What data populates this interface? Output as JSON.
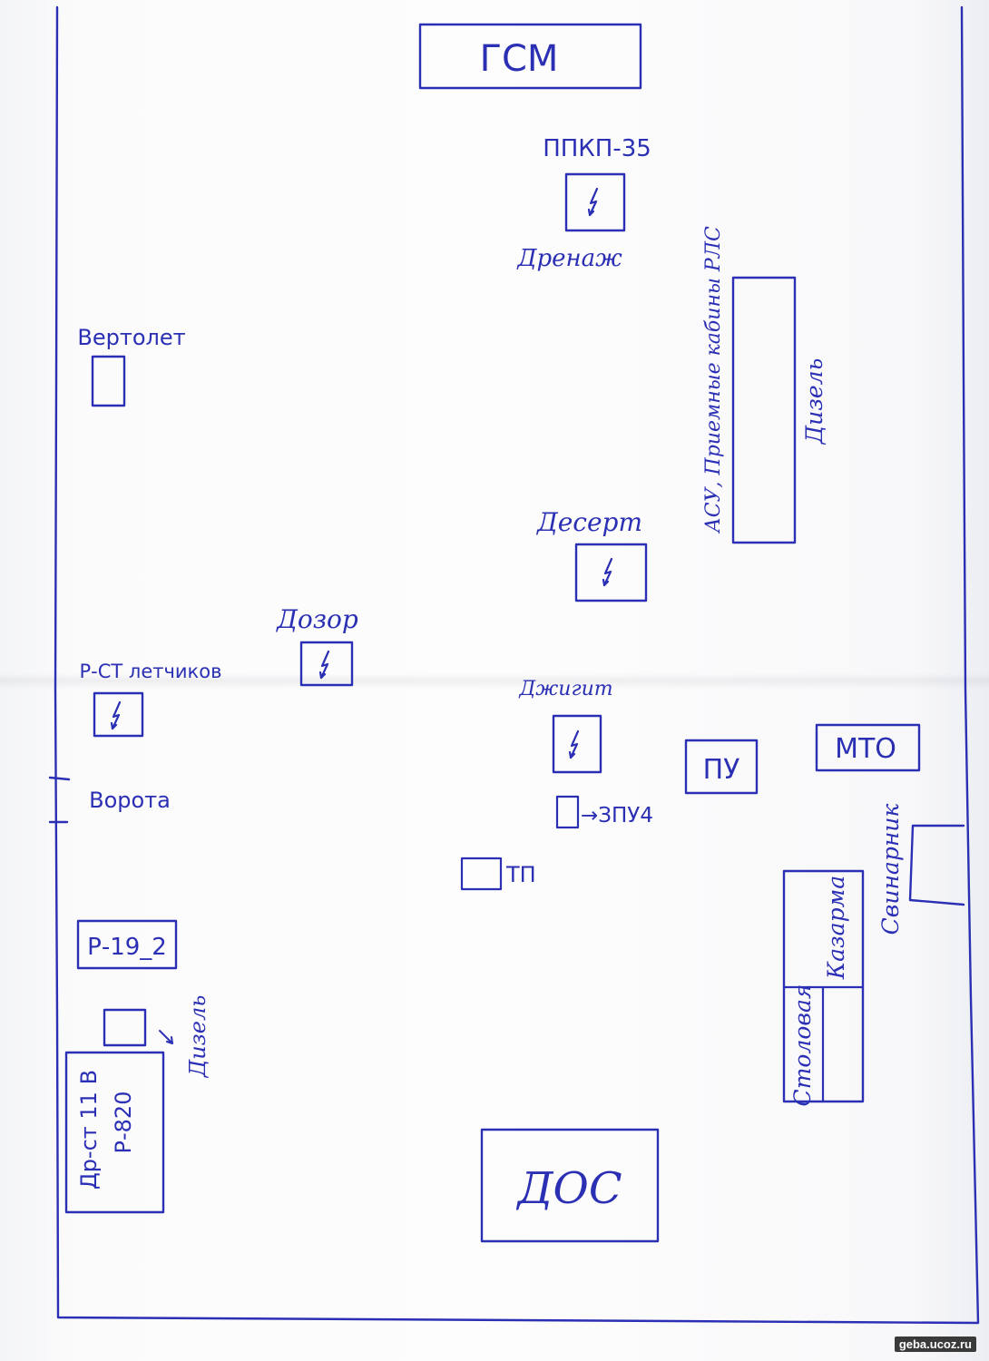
{
  "ink_color": "#2b2fb4",
  "labels": {
    "gsm": "ГСМ",
    "ppkp": "ППКП-35",
    "drenazh": "Дренаж",
    "vertolet": "Вертолет",
    "asu": "АСУ, Приемные кабины РЛС",
    "dizel_right": "Дизель",
    "desert": "Десерт",
    "dozor": "Дозор",
    "rst_letchikov": "Р-СТ летчиков",
    "dzhigit": "Джигит",
    "mto": "МТО",
    "pu": "ПУ",
    "vorota": "Ворота",
    "zpu4": "→ЗПУ4",
    "tp": "ТП",
    "r192": "Р-19_2",
    "dizel_left": "Дизель",
    "rst_line1": "Р-820",
    "rst_line2": "Др-ст 11 В",
    "kazarma": "Казарма",
    "stolovaya": "Столовая",
    "svinarnik": "Свинарник",
    "dos": "ДОС"
  },
  "icons": [
    "antenna-icon"
  ],
  "watermark": "geba.ucoz.ru"
}
